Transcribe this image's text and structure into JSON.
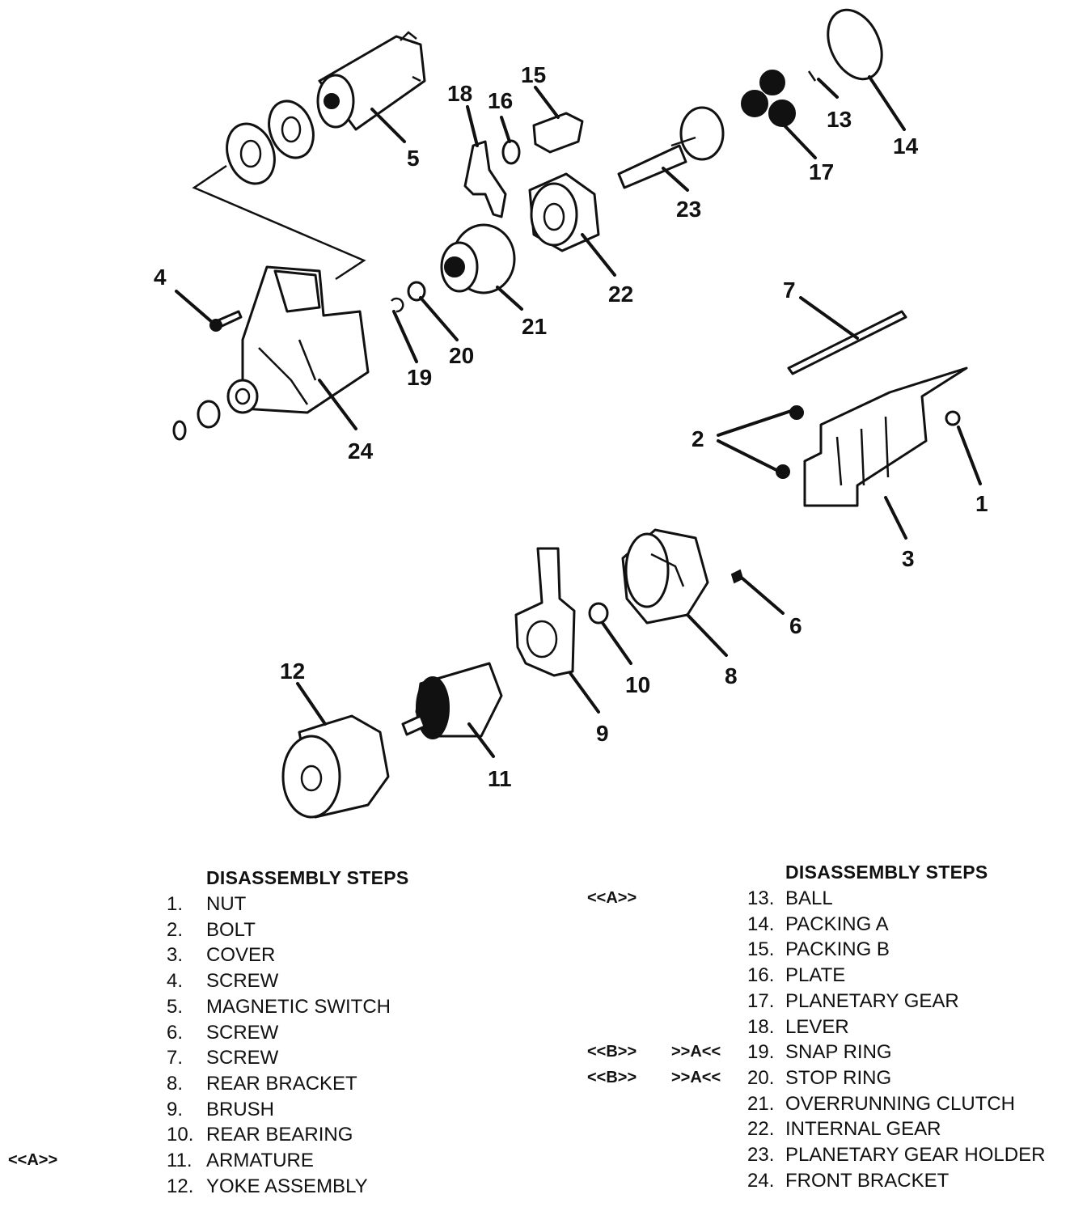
{
  "diagram": {
    "callouts": [
      "1",
      "2",
      "3",
      "4",
      "5",
      "6",
      "7",
      "8",
      "9",
      "10",
      "11",
      "12",
      "13",
      "14",
      "15",
      "16",
      "17",
      "18",
      "19",
      "20",
      "21",
      "22",
      "23",
      "24"
    ]
  },
  "left_column": {
    "title": "DISASSEMBLY STEPS",
    "steps": [
      {
        "num": "1.",
        "label": "NUT",
        "notes": []
      },
      {
        "num": "2.",
        "label": "BOLT",
        "notes": []
      },
      {
        "num": "3.",
        "label": "COVER",
        "notes": []
      },
      {
        "num": "4.",
        "label": "SCREW",
        "notes": []
      },
      {
        "num": "5.",
        "label": "MAGNETIC SWITCH",
        "notes": []
      },
      {
        "num": "6.",
        "label": "SCREW",
        "notes": []
      },
      {
        "num": "7.",
        "label": "SCREW",
        "notes": []
      },
      {
        "num": "8.",
        "label": "REAR BRACKET",
        "notes": []
      },
      {
        "num": "9.",
        "label": "BRUSH",
        "notes": []
      },
      {
        "num": "10.",
        "label": "REAR BEARING",
        "notes": []
      },
      {
        "num": "11.",
        "label": "ARMATURE",
        "notes": [
          "<<A>>"
        ]
      },
      {
        "num": "12.",
        "label": "YOKE ASSEMBLY",
        "notes": []
      }
    ]
  },
  "right_column": {
    "title": "DISASSEMBLY STEPS",
    "steps": [
      {
        "num": "13.",
        "label": "BALL",
        "notes": [
          "<<A>>"
        ]
      },
      {
        "num": "14.",
        "label": "PACKING A",
        "notes": []
      },
      {
        "num": "15.",
        "label": "PACKING B",
        "notes": []
      },
      {
        "num": "16.",
        "label": "PLATE",
        "notes": []
      },
      {
        "num": "17.",
        "label": "PLANETARY GEAR",
        "notes": []
      },
      {
        "num": "18.",
        "label": "LEVER",
        "notes": []
      },
      {
        "num": "19.",
        "label": "SNAP RING",
        "notes": [
          "<<B>>",
          ">>A<<"
        ]
      },
      {
        "num": "20.",
        "label": "STOP RING",
        "notes": [
          "<<B>>",
          ">>A<<"
        ]
      },
      {
        "num": "21.",
        "label": "OVERRUNNING CLUTCH",
        "notes": []
      },
      {
        "num": "22.",
        "label": "INTERNAL GEAR",
        "notes": []
      },
      {
        "num": "23.",
        "label": "PLANETARY GEAR HOLDER",
        "notes": []
      },
      {
        "num": "24.",
        "label": "FRONT BRACKET",
        "notes": []
      }
    ]
  }
}
